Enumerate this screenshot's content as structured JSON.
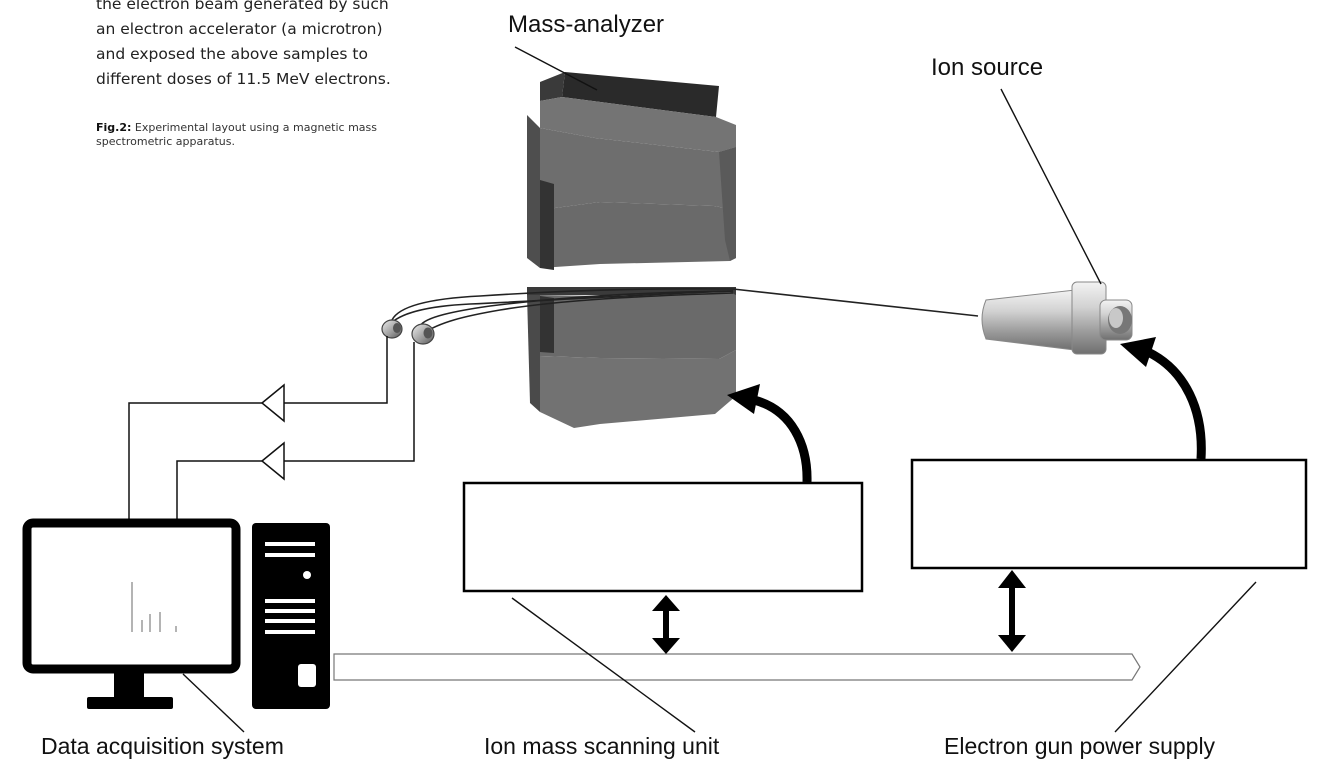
{
  "body_text": {
    "lines": [
      "the electron beam generated by such",
      "an electron accelerator (a microtron)",
      "and exposed the above samples to",
      "different doses of 11.5 MeV electrons."
    ]
  },
  "caption": {
    "label": "Fig.2:",
    "text": " Experimental layout using a magnetic mass spectrometric apparatus."
  },
  "labels": {
    "mass_analyzer": "Mass-analyzer",
    "ion_source": "Ion source",
    "data_acquisition": "Data acquisition system",
    "ion_mass_scanning": "Ion mass scanning unit",
    "electron_gun": "Electron gun power supply"
  }
}
